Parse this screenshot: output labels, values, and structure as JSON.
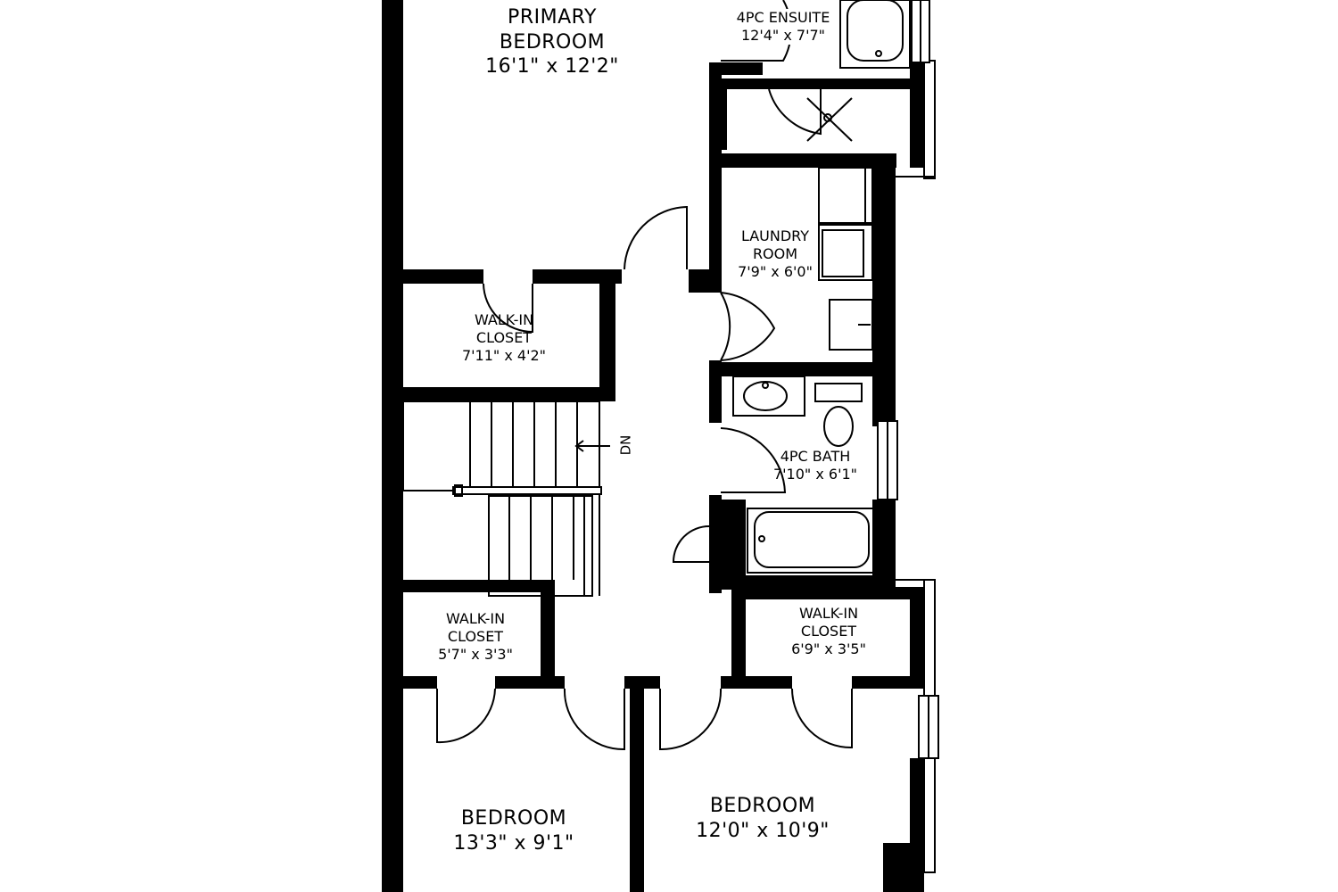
{
  "rooms": {
    "primary_bedroom": {
      "line1": "PRIMARY",
      "line2": "BEDROOM",
      "dims": "16'1\" x 12'2\""
    },
    "ensuite": {
      "name": "4PC ENSUITE",
      "dims": "12'4\" x 7'7\""
    },
    "laundry": {
      "line1": "LAUNDRY",
      "line2": "ROOM",
      "dims": "7'9\" x 6'0\""
    },
    "closet_top": {
      "line1": "WALK-IN",
      "line2": "CLOSET",
      "dims": "7'11\" x 4'2\""
    },
    "bath": {
      "name": "4PC BATH",
      "dims": "7'10\" x 6'1\""
    },
    "closet_left": {
      "line1": "WALK-IN",
      "line2": "CLOSET",
      "dims": "5'7\" x 3'3\""
    },
    "closet_right": {
      "line1": "WALK-IN",
      "line2": "CLOSET",
      "dims": "6'9\" x 3'5\""
    },
    "bedroom_left": {
      "name": "BEDROOM",
      "dims": "13'3\" x 9'1\""
    },
    "bedroom_right": {
      "name": "BEDROOM",
      "dims": "12'0\" x 10'9\""
    }
  },
  "stairs": {
    "direction_label": "DN"
  },
  "colors": {
    "wall": "#000000",
    "background": "#ffffff",
    "line": "#000000"
  }
}
